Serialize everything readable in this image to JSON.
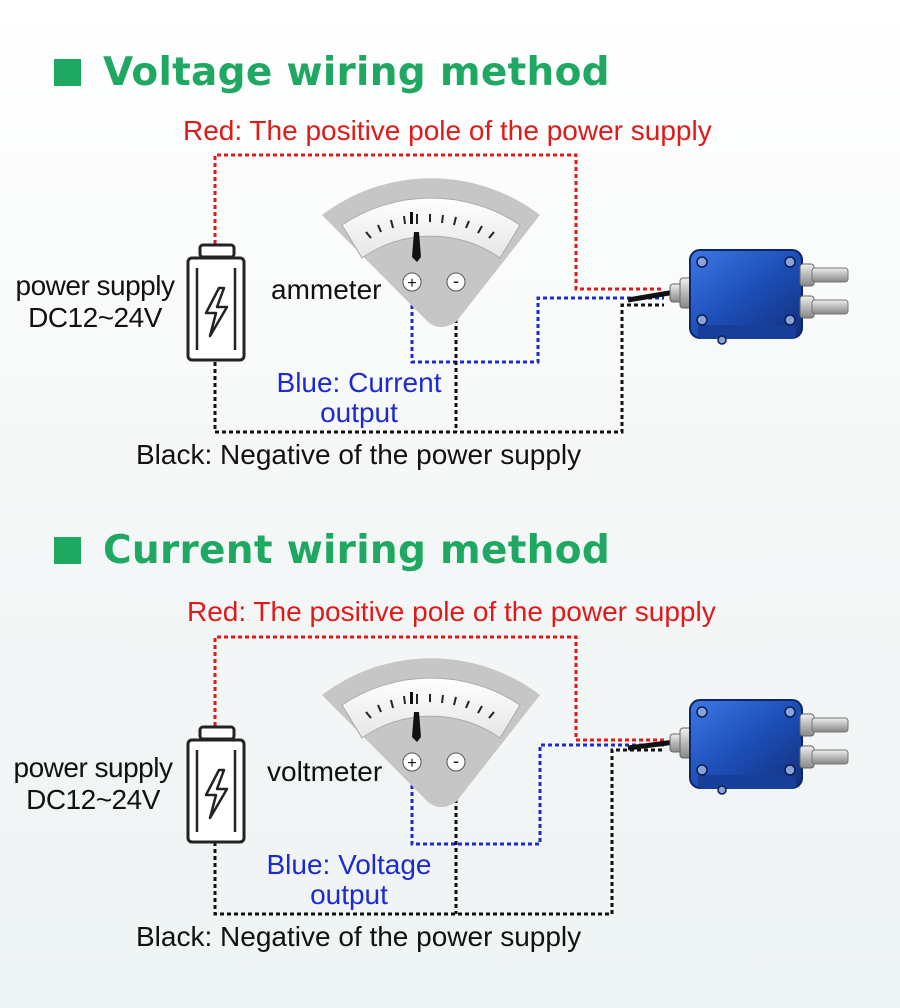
{
  "sections": [
    {
      "heading": "Voltage wiring method",
      "red_label": "Red: The positive pole of the power supply",
      "power_supply_line1": "power supply",
      "power_supply_line2": "DC12~24V",
      "meter_label": "ammeter",
      "blue_label_line1": "Blue: Current",
      "blue_label_line2": "output",
      "black_label": "Black: Negative of the power supply"
    },
    {
      "heading": "Current wiring method",
      "red_label": "Red: The positive pole of the power supply",
      "power_supply_line1": "power supply",
      "power_supply_line2": "DC12~24V",
      "meter_label": "voltmeter",
      "blue_label_line1": "Blue: Voltage",
      "blue_label_line2": "output",
      "black_label": "Black: Negative of the power supply"
    }
  ],
  "meter_terminals": {
    "plus": "+",
    "minus": "-"
  },
  "colors": {
    "heading": "#1ea862",
    "red_wire": "#e01919",
    "blue_wire": "#1d2ad0",
    "black_wire": "#111111",
    "transmitter_body": "#1d4fb8"
  },
  "icons": [
    "battery-icon",
    "lightning-icon",
    "analog-meter-icon",
    "pressure-transmitter-icon"
  ]
}
